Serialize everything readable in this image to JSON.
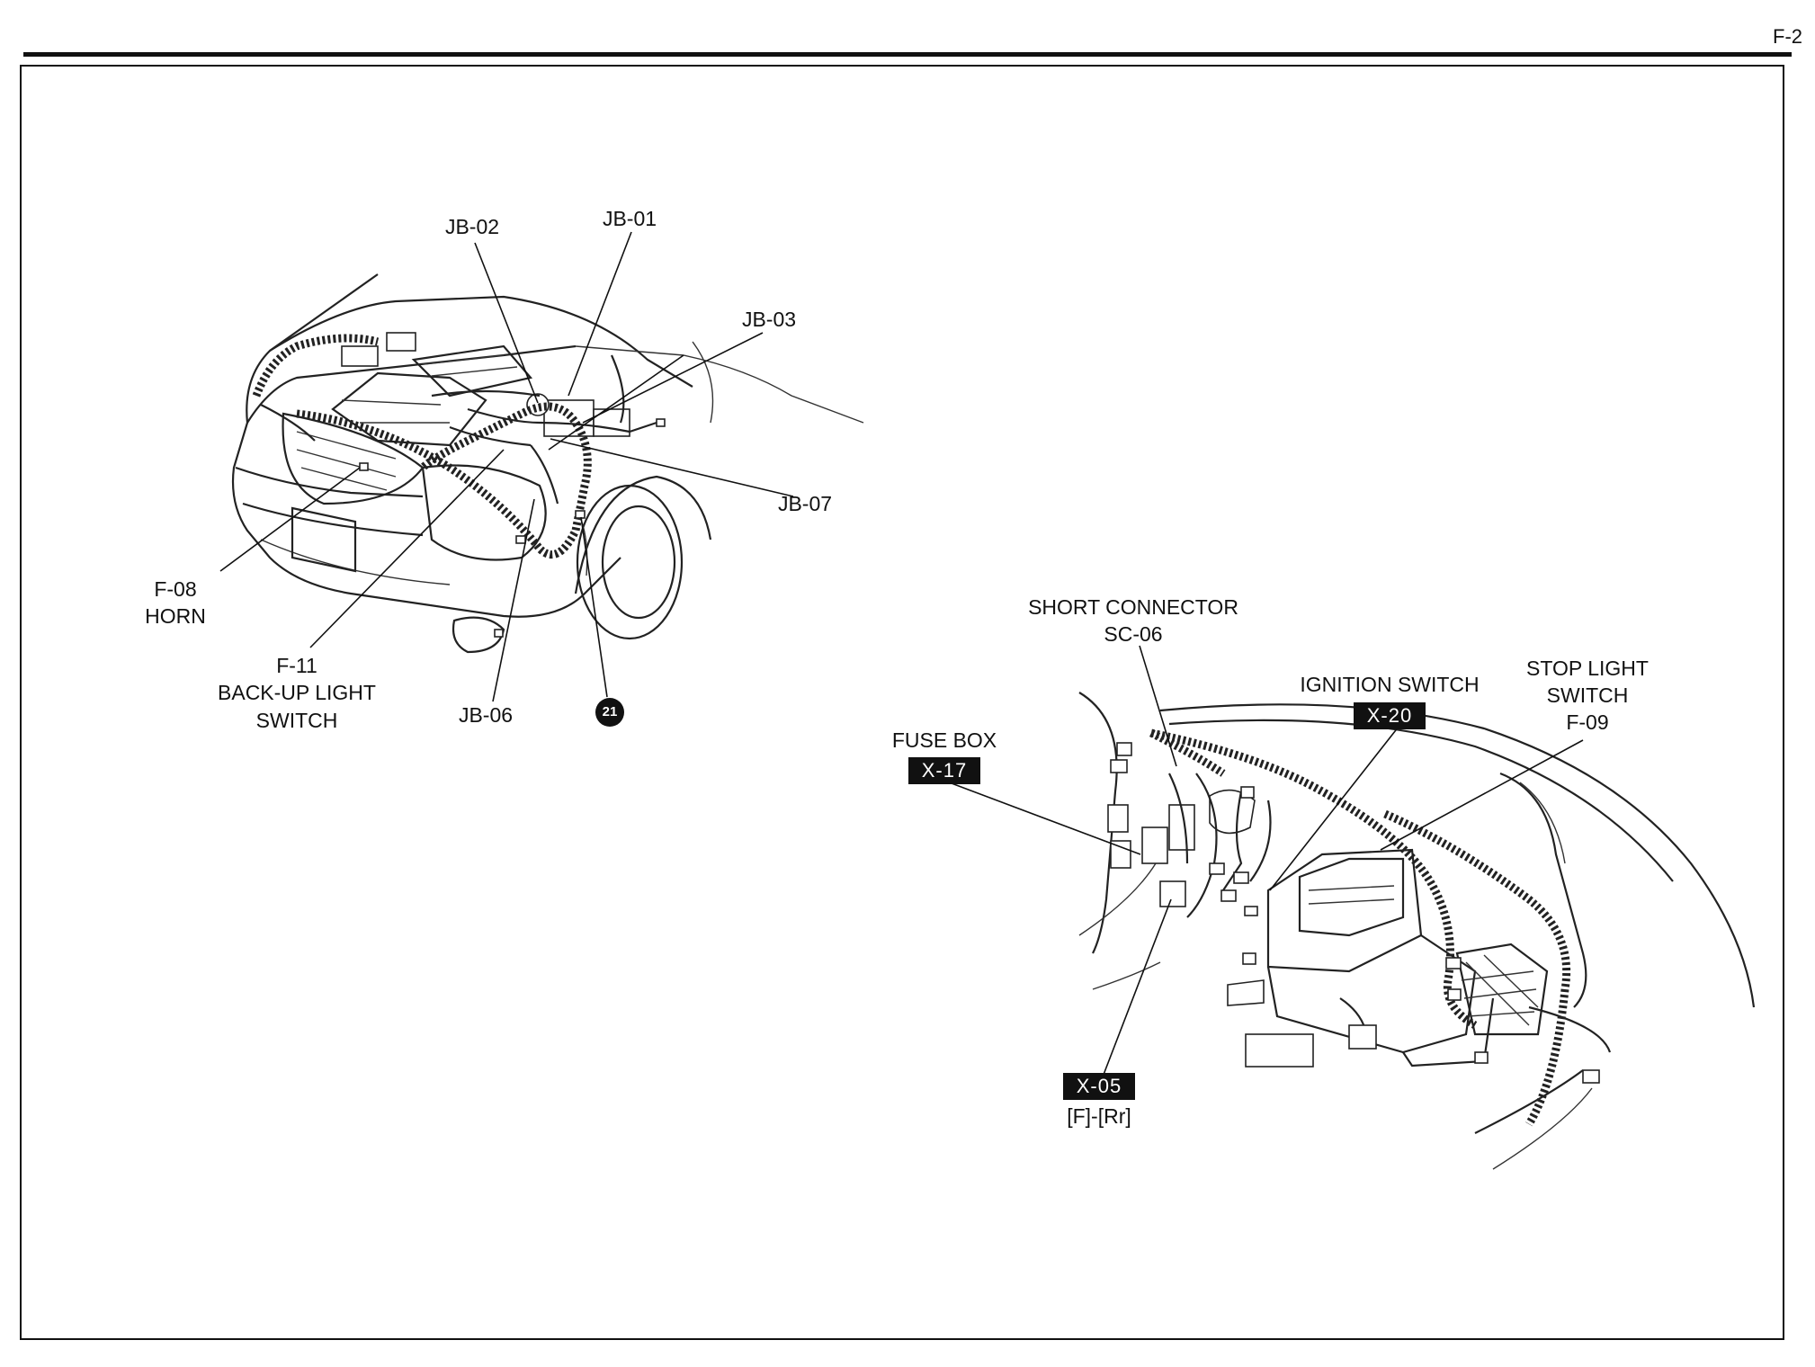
{
  "page": {
    "number": "F-2"
  },
  "engine_labels": {
    "jb02": "JB-02",
    "jb01": "JB-01",
    "jb03": "JB-03",
    "jb07": "JB-07",
    "f08_code": "F-08",
    "f08_name": "HORN",
    "f11_code": "F-11",
    "f11_name_1": "BACK-UP LIGHT",
    "f11_name_2": "SWITCH",
    "jb06": "JB-06",
    "ground_badge": "21"
  },
  "dash_labels": {
    "short_conn_1": "SHORT CONNECTOR",
    "short_conn_2": "SC-06",
    "ignition": "IGNITION SWITCH",
    "ignition_code": "X-20",
    "stop_1": "STOP LIGHT",
    "stop_2": "SWITCH",
    "stop_3": "F-09",
    "fuse": "FUSE BOX",
    "fuse_code": "X-17",
    "x05_code": "X-05",
    "x05_sub": "[F]-[Rr]"
  },
  "colors": {
    "ink": "#111111",
    "paper": "#ffffff"
  }
}
